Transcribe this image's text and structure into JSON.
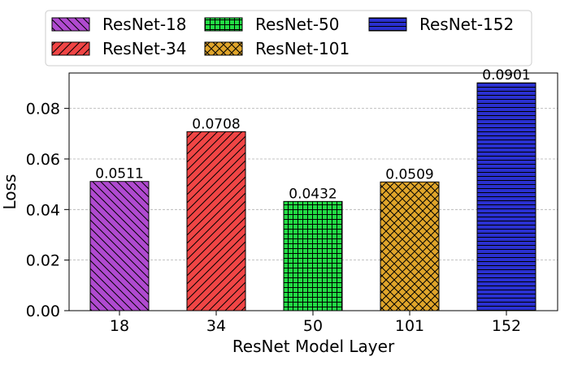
{
  "chart_data": {
    "type": "bar",
    "title": "",
    "xlabel": "ResNet Model Layer",
    "ylabel": "Loss",
    "ylim": [
      0,
      0.094
    ],
    "yticks": [
      0.0,
      0.02,
      0.04,
      0.06,
      0.08
    ],
    "ytick_labels": [
      "0.00",
      "0.02",
      "0.04",
      "0.06",
      "0.08"
    ],
    "grid": "y-dashed",
    "legend_placement": "top-center-outside",
    "categories": [
      "18",
      "34",
      "50",
      "101",
      "152"
    ],
    "values": [
      0.0511,
      0.0708,
      0.0432,
      0.0509,
      0.0901
    ],
    "value_labels": [
      "0.0511",
      "0.0708",
      "0.0432",
      "0.0509",
      "0.0901"
    ],
    "series_names": [
      "ResNet-18",
      "ResNet-34",
      "ResNet-50",
      "ResNet-101",
      "ResNet-152"
    ],
    "colors": [
      "#b04ad0",
      "#f04545",
      "#22dd44",
      "#e0a52a",
      "#2a30d0"
    ],
    "hatches": [
      "backslash",
      "slash",
      "grid",
      "crosshatch",
      "horizontal"
    ]
  }
}
